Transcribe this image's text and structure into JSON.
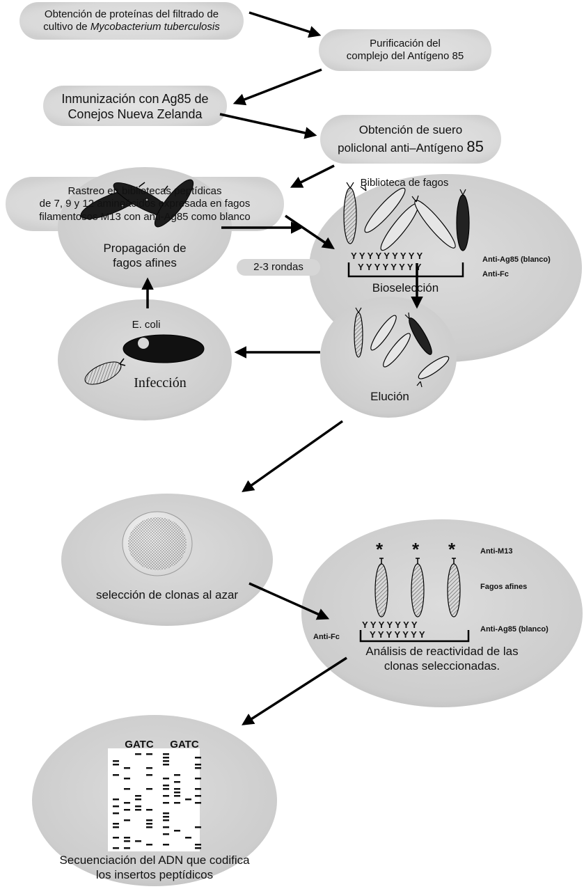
{
  "steps": {
    "obtencion": {
      "line1": "Obtención de proteínas del filtrado de",
      "line2_prefix": "cultivo de ",
      "line2_italic": "Mycobacterium tuberculosis"
    },
    "purificacion": {
      "line1": "Purificación del",
      "line2": "complejo del Antígeno 85"
    },
    "inmunizacion": {
      "line1": "Inmunización con Ag85 de",
      "line2": "Conejos Nueva Zelanda"
    },
    "suero": {
      "line1": "Obtención de suero",
      "line2_prefix": "policlonal anti–Antígeno ",
      "line2_big": "85"
    },
    "rastreo": {
      "line1": "Rastreo en bibliotecas peptídicas",
      "line2": "de 7, 9 y 12 aminoácidos expresada en fagos",
      "line3": "filamentosos M13 con anti-Ag85 como blanco"
    }
  },
  "panels": {
    "biblioteca": {
      "title": "Biblioteca de fagos",
      "caption": "Bioselección",
      "label_antiag85": "Anti-Ag85 (blanco)",
      "label_antifc": "Anti-Fc"
    },
    "propagacion": {
      "line1": "Propagación de",
      "line2": "fagos afines"
    },
    "rondas": "2-3 rondas",
    "ecoli": {
      "title": "E. coli",
      "caption": "Infección"
    },
    "elucion": {
      "caption": "Elución"
    },
    "seleccion": {
      "caption": "selección de clonas al azar"
    },
    "analisis": {
      "label_antim13": "Anti-M13",
      "label_fagos": "Fagos afines",
      "label_antiag85": "Anti-Ag85 (blanco)",
      "label_antifc": "Anti-Fc",
      "line1": "Análisis de reactividad de las",
      "line2": "clonas seleccionadas."
    },
    "secuenciacion": {
      "gatc1": "GATC",
      "gatc2": "GATC",
      "line1": "Secuenciación del ADN que codifica",
      "line2": "los insertos peptídicos"
    }
  }
}
